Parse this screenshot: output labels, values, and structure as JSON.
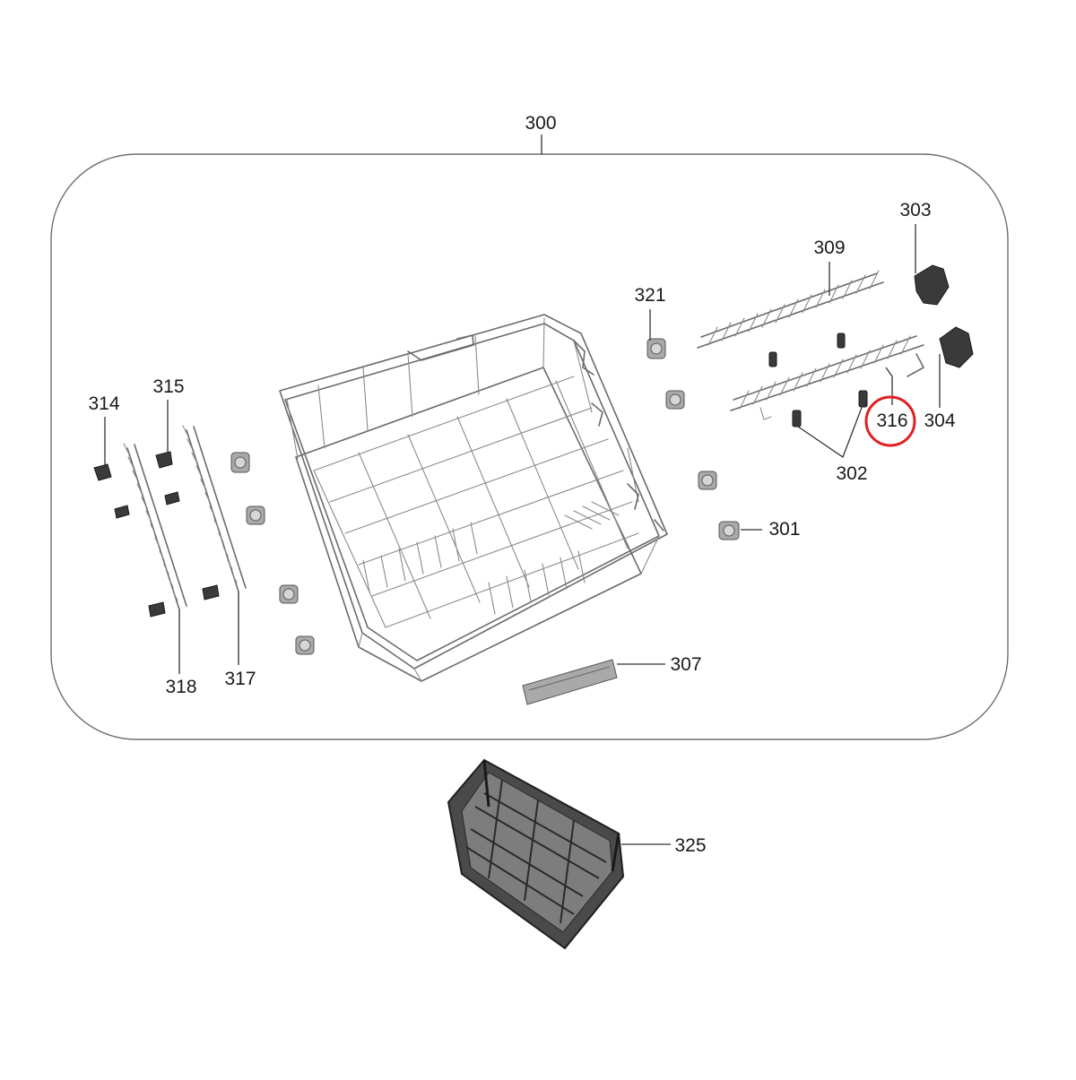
{
  "diagram": {
    "callouts": [
      {
        "id": "300",
        "label": "300"
      },
      {
        "id": "303",
        "label": "303"
      },
      {
        "id": "309",
        "label": "309"
      },
      {
        "id": "321",
        "label": "321"
      },
      {
        "id": "314",
        "label": "314"
      },
      {
        "id": "315",
        "label": "315"
      },
      {
        "id": "316",
        "label": "316",
        "highlighted": true
      },
      {
        "id": "304",
        "label": "304"
      },
      {
        "id": "302",
        "label": "302"
      },
      {
        "id": "301",
        "label": "301"
      },
      {
        "id": "318",
        "label": "318"
      },
      {
        "id": "317",
        "label": "317"
      },
      {
        "id": "307",
        "label": "307"
      },
      {
        "id": "325",
        "label": "325"
      }
    ],
    "highlight_color": "#e02020"
  }
}
